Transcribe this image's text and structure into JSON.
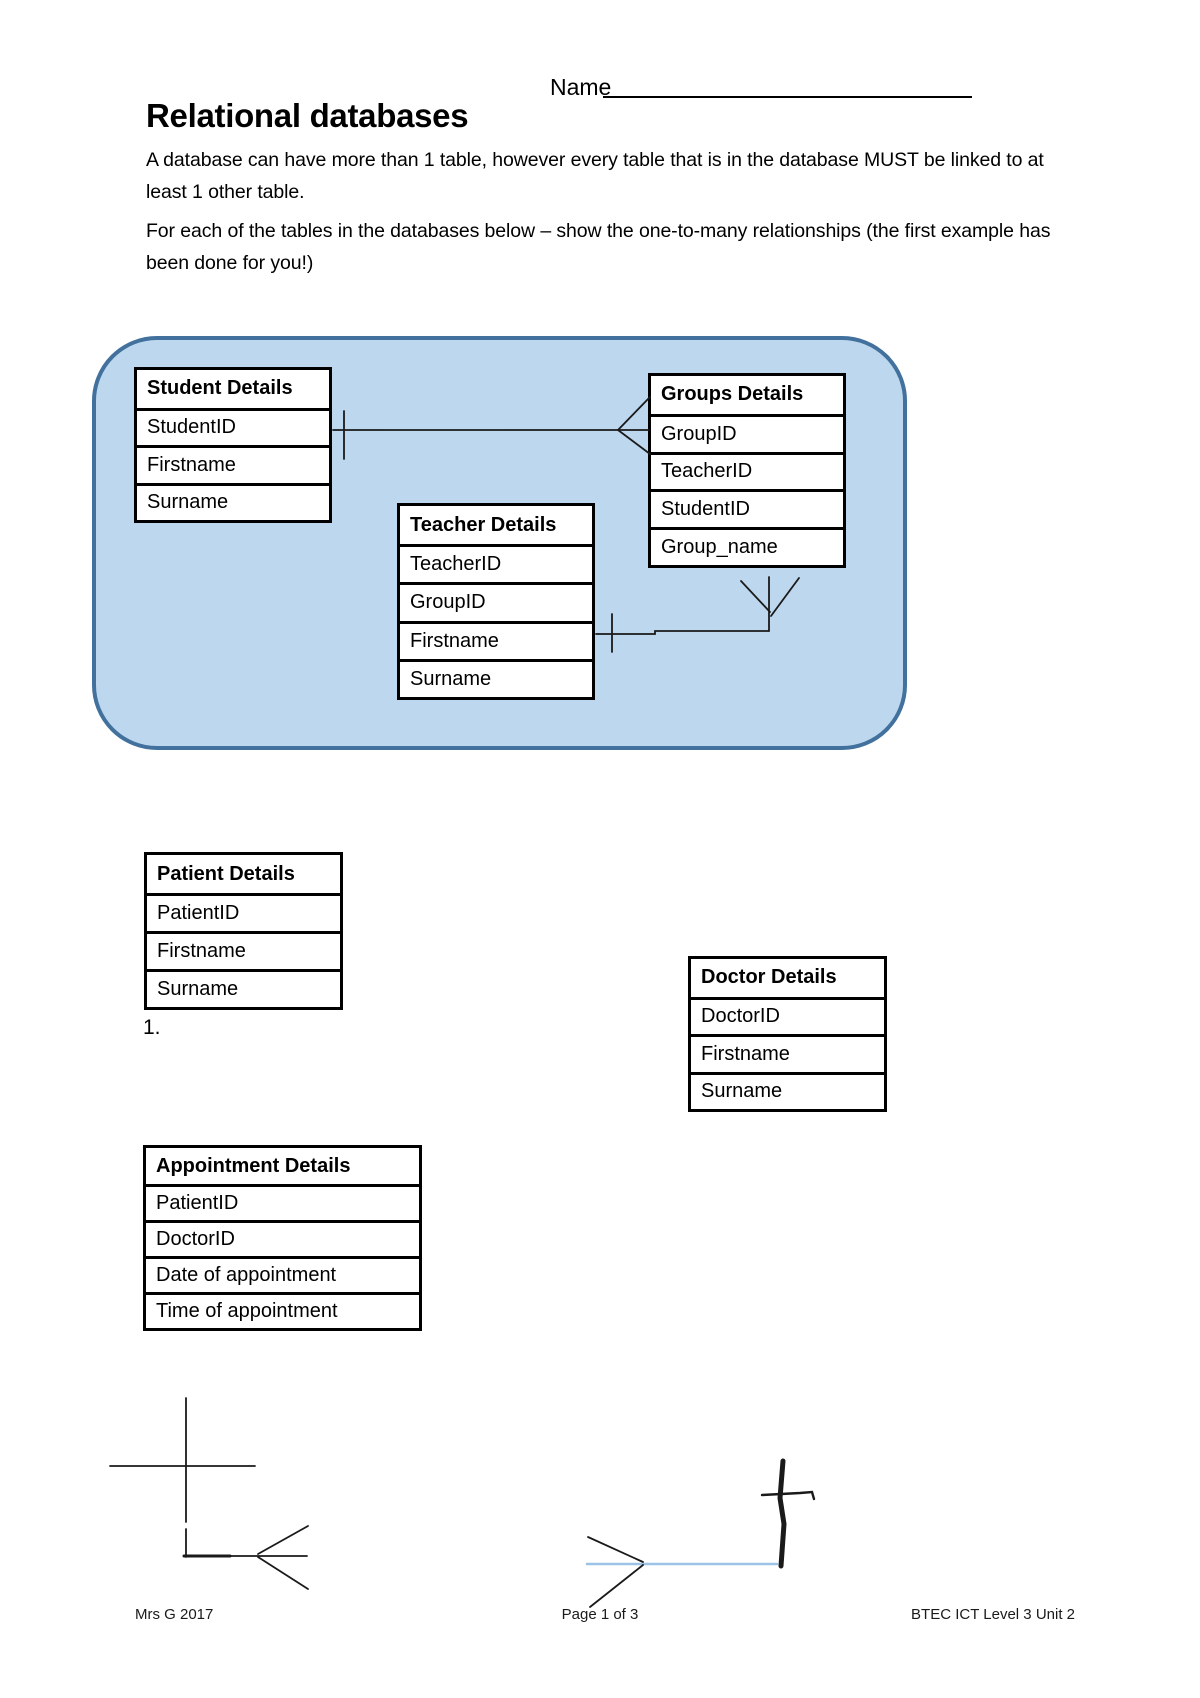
{
  "page": {
    "name_label": "Name",
    "title": "Relational databases",
    "para1": "A database can have more than 1 table, however every table that is in the database MUST be linked to at least 1 other table.",
    "para2": "For each of the tables in the databases below – show the one-to-many relationships (the first example has been done for you!)"
  },
  "example": {
    "tables": {
      "student": {
        "title": "Student Details",
        "fields": [
          "StudentID",
          "Firstname",
          "Surname"
        ]
      },
      "groups": {
        "title": "Groups Details",
        "fields": [
          "GroupID",
          "TeacherID",
          "StudentID",
          "Group_name"
        ]
      },
      "teacher": {
        "title": "Teacher Details",
        "fields": [
          "TeacherID",
          "GroupID",
          "Firstname",
          "Surname"
        ]
      }
    }
  },
  "exercise": {
    "item_number": "1.",
    "tables": {
      "patient": {
        "title": "Patient Details",
        "fields": [
          "PatientID",
          "Firstname",
          "Surname"
        ]
      },
      "doctor": {
        "title": "Doctor Details",
        "fields": [
          "DoctorID",
          "Firstname",
          "Surname"
        ]
      },
      "appointment": {
        "title": "Appointment Details",
        "fields": [
          "PatientID",
          "DoctorID",
          "Date of appointment",
          "Time of appointment"
        ]
      }
    }
  },
  "footer": {
    "left": "Mrs G 2017",
    "center": "Page 1 of 3",
    "right": "BTEC ICT Level 3 Unit 2"
  },
  "colors": {
    "box_fill": "#BDD7EE",
    "box_border": "#41719C",
    "sketch_blue": "#9CC2E5",
    "line": "#1a1a1a"
  }
}
